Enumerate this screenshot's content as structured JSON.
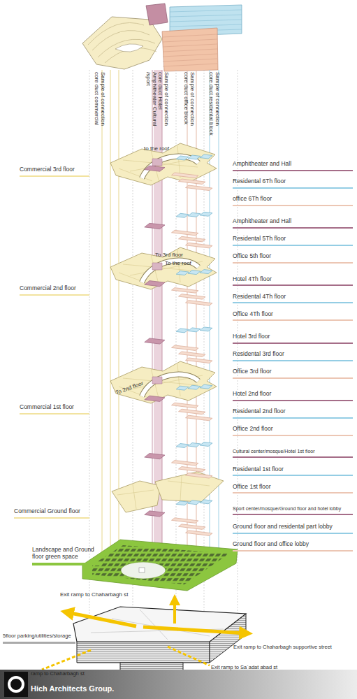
{
  "diagram": {
    "labels": [
      "Sample of connection core duct commercial",
      "Sample of connection core duct Hotel Amphitheater Cultural /sport",
      "Sample of connection core duct office block",
      "Sample of connection core duct residental block",
      "Amphitheater and Hall",
      "Residental 6Th floor",
      "office 6Th floor",
      "Amphitheater and Hall",
      "Residental 5Th floor",
      "Office 5th floor",
      "Hotel 4Th floor",
      "Residental 4Th floor",
      "Office 4Th floor",
      "Hotel 3rd floor",
      "Residental 3rd floor",
      "Office 3rd floor",
      "Hotel 2nd floor",
      "Residental 2nd floor",
      "Office 2nd floor",
      "Cultural center/mosque/Hotel 1st floor",
      "Residental 1st floor",
      "Office 1st floor",
      "Sport center/mosque/Ground floor and hotel lobby",
      "Ground floor and residental part lobby",
      "Ground floor and office lobby",
      "Commercial 3rd floor",
      "Commercial 2nd floor",
      "Commercial 1st floor",
      "Commercial Ground floor",
      "Landscape and Ground floor green space",
      "5floor parking/utilities/storage",
      "to the roof",
      "To 3rd floor",
      "To the roof",
      "To 2nd floor",
      "Exit ramp to Chaharbagh st",
      "Exit ramp to Chaharbagh supportive street",
      "Exit ramp to Sa`adat abad st",
      "ramp to Chaharbagh st",
      "Hich Architects Group."
    ]
  }
}
